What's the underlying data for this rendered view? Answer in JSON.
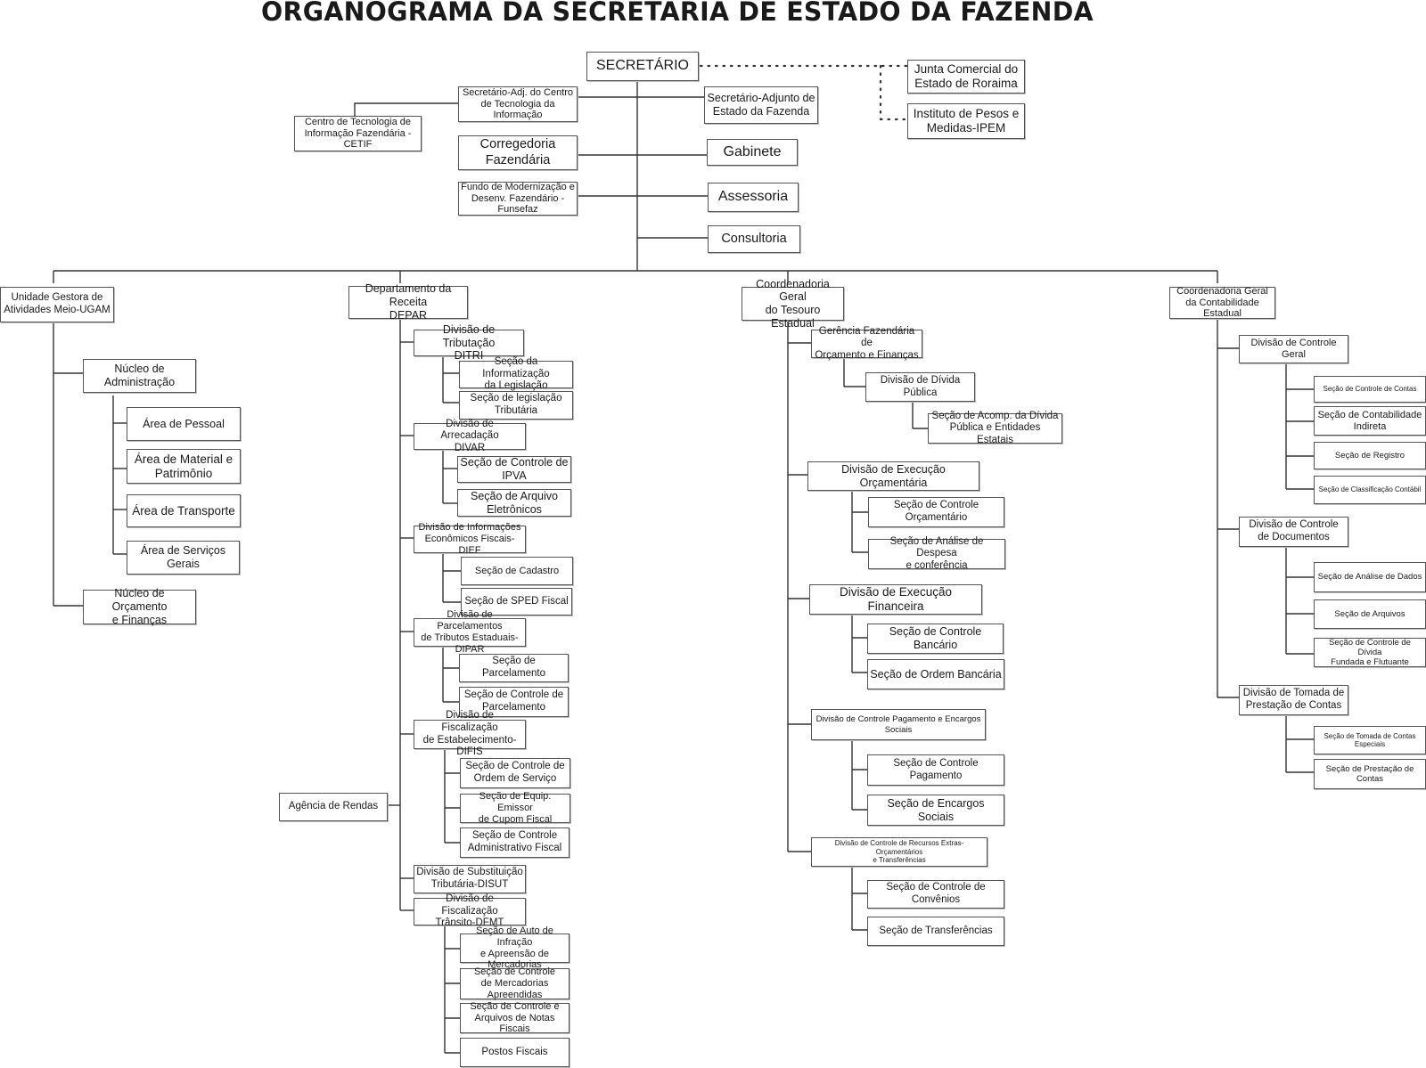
{
  "title": "ORGANOGRAMA DA SECRETARIA DE ESTADO DA FAZENDA",
  "nodes": {
    "secretario": "SECRETÁRIO",
    "junta": "Junta Comercial do\nEstado de Roraima",
    "ipem": "Instituto de Pesos e\nMedidas-IPEM",
    "adj_cti": "Secretário-Adj. do Centro\nde Tecnologia da Informação",
    "cetif": "Centro de Tecnologia de\nInformação Fazendária - CETIF",
    "adj_fazenda": "Secretário-Adjunto de\nEstado da Fazenda",
    "corregedoria": "Corregedoria Fazendária",
    "gabinete": "Gabinete",
    "funsefaz": "Fundo de Modernização e\nDesenv. Fazendário -Funsefaz",
    "assessoria": "Assessoria",
    "consultoria": "Consultoria",
    "ugam": "Unidade Gestora de\nAtividades  Meio-UGAM",
    "nucleo_adm": "Núcleo de Administração",
    "area_pessoal": "Área de Pessoal",
    "area_material": "Área de Material e\nPatrimônio",
    "area_transporte": "Área de Transporte",
    "area_servicos": "Área de Serviços Gerais",
    "nucleo_orc": "Núcleo de Orçamento\ne Finanças",
    "depar": "Departamento da Receita\nDEPAR",
    "ditri": "Divisão de Tributação\nDITRI",
    "sec_inform_leg": "Seção da Informatização\nda Legislação",
    "sec_leg_trib": "Seção de legislação\nTributária",
    "divar": "Divisão de Arrecadação\nDIVAR",
    "sec_ipva": "Seção de Controle de\nIPVA",
    "sec_arquivo_elet": "Seção de Arquivo\nEletrônicos",
    "dief": "Divisão de Informações\nEconômicos Fiscais-DIEF",
    "sec_cadastro": "Seção de Cadastro",
    "sec_sped": "Seção de SPED Fiscal",
    "dipar": "Divisão de Parcelamentos\nde Tributos Estaduais-DIPAR",
    "sec_parcelamento": "Seção de Parcelamento",
    "sec_ctrl_parc": "Seção de Controle de\nParcelamento",
    "difis": "Divisão de Fiscalização\nde Estabelecimento-DIFIS",
    "sec_ordem_serv": "Seção de Controle de\nOrdem de Serviço",
    "sec_equip": "Seção de Equip. Emissor\nde Cupom  Fiscal",
    "sec_adm_fiscal": "Seção de Controle\nAdministrativo Fiscal",
    "agencia": "Agência de Rendas",
    "disut": "Divisão de Substituição\nTributária-DISUT",
    "dfmt": "Divisão de Fiscalização\nTrânsito-DFMT",
    "sec_auto": "Seção de Auto de Infração\ne Apreensão de Mercadorias",
    "sec_merc": "Seção de Controle\nde Mercadorias Apreendidas",
    "sec_notas": "Seção de Controle e\nArquivos de Notas Fiscais",
    "postos": "Postos Fiscais",
    "cgte": "Coordenadoria Geral\ndo Tesouro Estadual",
    "gerencia": "Gerência Fazendária de\nOrçamento e Finanças",
    "div_divida": "Divisão de Dívida Pública",
    "sec_acomp": "Seção de Acomp. da Dívida\nPública e Entidades Estatais",
    "div_exec_orc": "Divisão de Execução Orçamentária",
    "sec_ctrl_orc": "Seção de Controle Orçamentário",
    "sec_analise_desp": "Seção de Análise de Despesa\ne conferência",
    "div_exec_fin": "Divisão de Execução Financeira",
    "sec_ctrl_banc": "Seção de Controle Bancário",
    "sec_ordem_banc": "Seção de Ordem Bancária",
    "div_ctrl_pag": "Divisão de Controle Pagamento e Encargos Sociais",
    "sec_ctrl_pag": "Seção de Controle Pagamento",
    "sec_encargos": "Seção de Encargos Sociais",
    "div_recursos": "Divisão de Controle de Recursos Extras-Orçamentários\ne Transferências",
    "sec_convenios": "Seção de Controle de Convênios",
    "sec_transf": "Seção de Transferências",
    "cgce": "Coordenadoria Geral\nda Contabilidade Estadual",
    "div_ctrl_geral": "Divisão de Controle Geral",
    "sec_ctrl_contas": "Seção de Controle de Contas",
    "sec_contab_ind": "Seção de Contabilidade\nIndireta",
    "sec_registro": "Seção de Registro",
    "sec_classif": "Seção de Classificação Contábil",
    "div_ctrl_doc": "Divisão de Controle\nde Documentos",
    "sec_analise_dados": "Seção de Análise de Dados",
    "sec_arquivos": "Seção de Arquivos",
    "sec_divida_fund": "Seção de Controle de Dívida\nFundada e Flutuante",
    "div_tomada": "Divisão de Tomada de\nPrestação de Contas",
    "sec_tomada_esp": "Seção de Tomada de Contas Especiais",
    "sec_prestacao": "Seção de Prestação de Contas"
  }
}
